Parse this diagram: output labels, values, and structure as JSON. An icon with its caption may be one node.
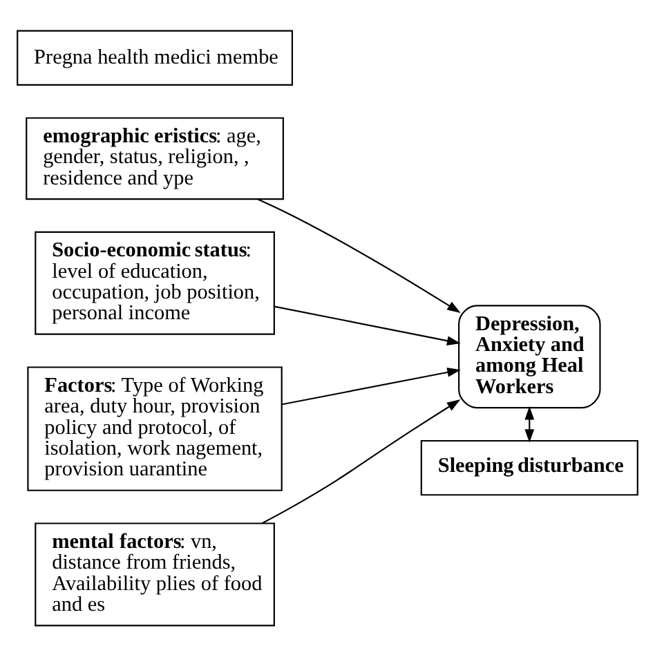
{
  "diagram": {
    "nodes": [
      {
        "text": [
          "**emographic eristics**: age, gender, status, religion, , residence and ype"
        ]
      },
      {
        "text": [
          "**Socio-economic status**: level of education, occupation, job position, personal income"
        ]
      },
      {
        "text": [
          "Pregna health medici membe"
        ]
      },
      {
        "text": [
          "**Factors**: Type of Working area, duty hour, provision policy and protocol, of isolation, work nagement, provision uarantine"
        ]
      },
      {
        "text": [
          "**mental factors**: vn, distance from friends, Availability plies of food and es"
        ]
      },
      {
        "text": [
          "Depression, Anxiety and among Heal Workers"
        ]
      },
      {
        "text": [
          "Sleeping disturbance"
        ]
      }
    ],
    "edges": [
      {
        "from": 0,
        "to": 5,
        "arrow": "to"
      },
      {
        "from": 1,
        "to": 5,
        "arrow": "to"
      },
      {
        "from": 3,
        "to": 5,
        "arrow": "to"
      },
      {
        "from": 4,
        "to": 5,
        "arrow": "to"
      },
      {
        "from": 5,
        "to": 6,
        "arrow": "both"
      }
    ]
  }
}
